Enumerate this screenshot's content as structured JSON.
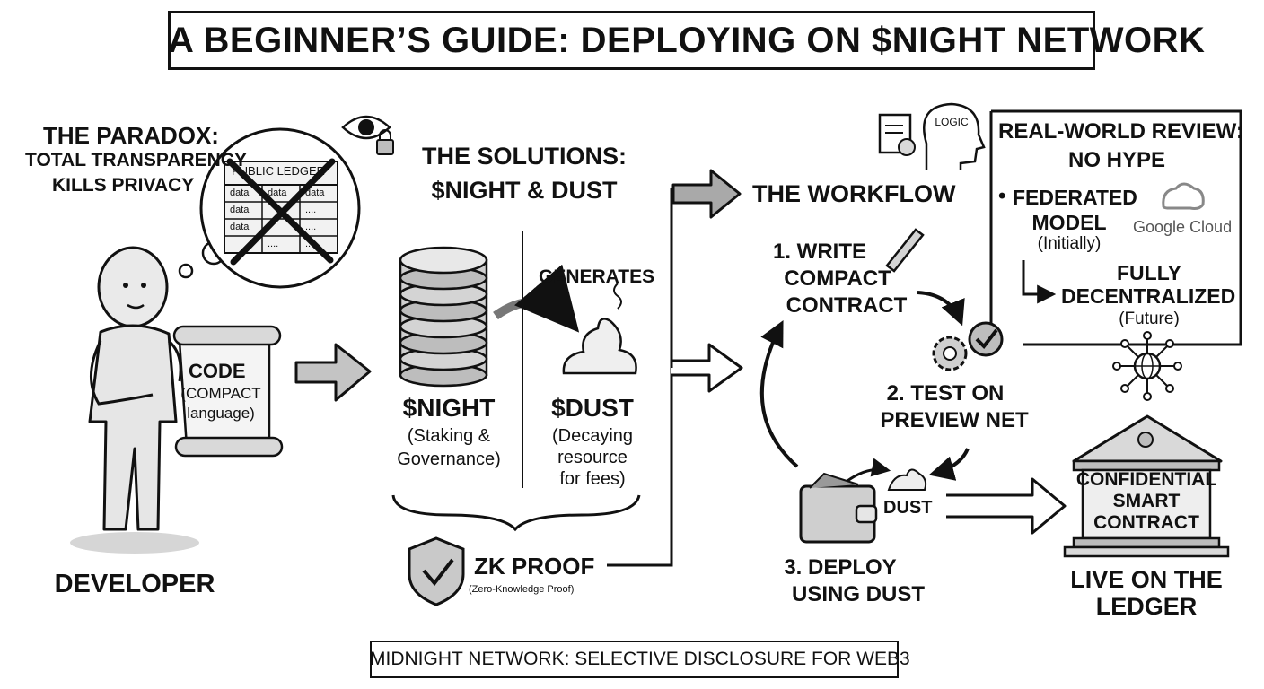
{
  "title": "A BEGINNER’S GUIDE: DEPLOYING ON $NIGHT NETWORK",
  "footer": "MIDNIGHT NETWORK: SELECTIVE DISCLOSURE FOR WEB3",
  "paradox": {
    "heading": "THE PARADOX:",
    "line1": "TOTAL TRANSPARENCY",
    "line2": "KILLS PRIVACY",
    "ledger_title": "PUBLIC LEDGER",
    "ledger_cells": [
      "data",
      "data",
      "data",
      "data",
      "data",
      "....",
      "....",
      "....",
      "...."
    ]
  },
  "developer": {
    "label": "DEVELOPER",
    "scroll_line1": "CODE",
    "scroll_line2": "(COMPACT",
    "scroll_line3": "language)"
  },
  "solutions": {
    "heading_line1": "THE SOLUTIONS:",
    "heading_line2": "$NIGHT & DUST",
    "generates": "GENERATES",
    "night_label": "$NIGHT",
    "night_desc1": "(Staking &",
    "night_desc2": "Governance)",
    "dust_label": "$DUST",
    "dust_desc1": "(Decaying",
    "dust_desc2": "resource",
    "dust_desc3": "for fees)",
    "zk_label": "ZK PROOF",
    "zk_desc": "(Zero-Knowledge Proof)"
  },
  "workflow": {
    "heading": "THE WORKFLOW",
    "logic_badge": "LOGIC",
    "step1_line1": "1. WRITE",
    "step1_line2": "COMPACT",
    "step1_line3": "CONTRACT",
    "step2_line1": "2. TEST ON",
    "step2_line2": "PREVIEW NET",
    "dust_label": "DUST",
    "step3_line1": "3. DEPLOY",
    "step3_line2": "USING DUST"
  },
  "review": {
    "heading_line1": "REAL-WORLD REVIEW:",
    "heading_line2": "NO HYPE",
    "bullet": "•",
    "item1_line1": "FEDERATED",
    "item1_line2": "MODEL",
    "item1_line3": "(Initially)",
    "google_label": "Google Cloud",
    "item2_line1": "FULLY",
    "item2_line2": "DECENTRALIZED",
    "item2_line3": "(Future)"
  },
  "contract": {
    "line1": "CONFIDENTIAL",
    "line2": "SMART",
    "line3": "CONTRACT",
    "live_line1": "LIVE ON THE",
    "live_line2": "LEDGER"
  },
  "colors": {
    "ink": "#111111",
    "fill_light": "#e6e6e6",
    "fill_mid": "#bdbdbd",
    "paper": "#ffffff"
  }
}
